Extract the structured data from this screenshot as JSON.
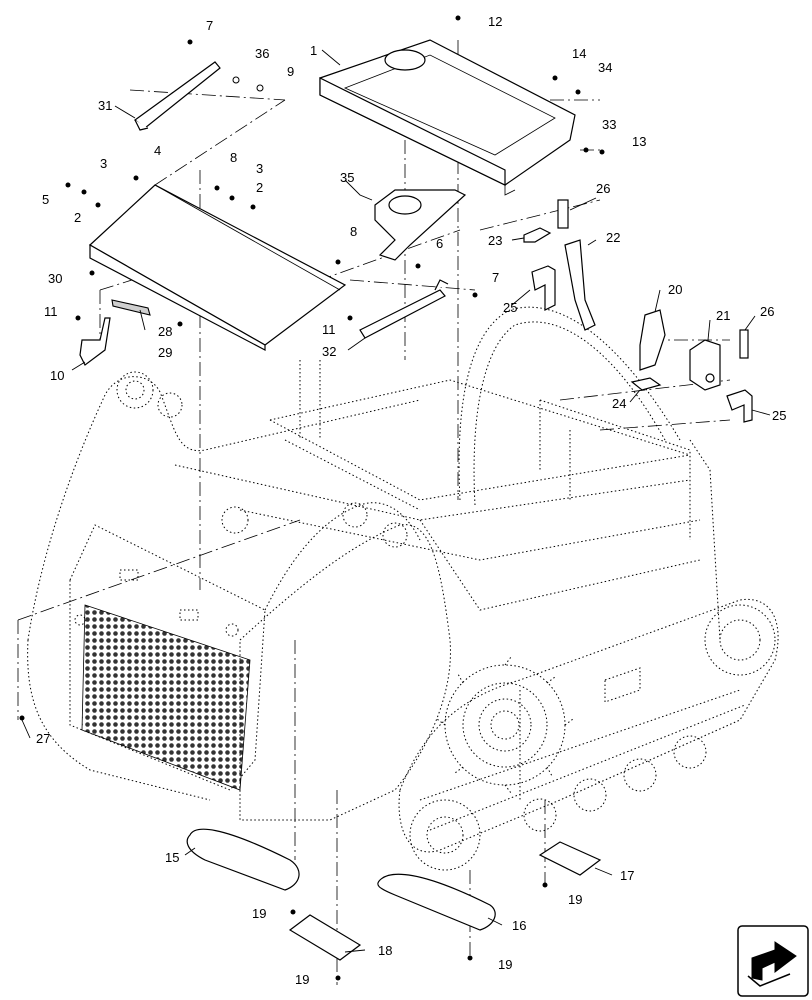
{
  "diagram": {
    "callouts": [
      {
        "id": "c1",
        "text": "1"
      },
      {
        "id": "c2a",
        "text": "2"
      },
      {
        "id": "c2b",
        "text": "2"
      },
      {
        "id": "c3a",
        "text": "3"
      },
      {
        "id": "c3b",
        "text": "3"
      },
      {
        "id": "c4",
        "text": "4"
      },
      {
        "id": "c5",
        "text": "5"
      },
      {
        "id": "c6",
        "text": "6"
      },
      {
        "id": "c7a",
        "text": "7"
      },
      {
        "id": "c7b",
        "text": "7"
      },
      {
        "id": "c8a",
        "text": "8"
      },
      {
        "id": "c8b",
        "text": "8"
      },
      {
        "id": "c9",
        "text": "9"
      },
      {
        "id": "c10",
        "text": "10"
      },
      {
        "id": "c11a",
        "text": "11"
      },
      {
        "id": "c11b",
        "text": "11"
      },
      {
        "id": "c12",
        "text": "12"
      },
      {
        "id": "c13",
        "text": "13"
      },
      {
        "id": "c14",
        "text": "14"
      },
      {
        "id": "c15",
        "text": "15"
      },
      {
        "id": "c16",
        "text": "16"
      },
      {
        "id": "c17",
        "text": "17"
      },
      {
        "id": "c18",
        "text": "18"
      },
      {
        "id": "c19a",
        "text": "19"
      },
      {
        "id": "c19b",
        "text": "19"
      },
      {
        "id": "c19c",
        "text": "19"
      },
      {
        "id": "c19d",
        "text": "19"
      },
      {
        "id": "c20",
        "text": "20"
      },
      {
        "id": "c21",
        "text": "21"
      },
      {
        "id": "c22",
        "text": "22"
      },
      {
        "id": "c23",
        "text": "23"
      },
      {
        "id": "c24",
        "text": "24"
      },
      {
        "id": "c25a",
        "text": "25"
      },
      {
        "id": "c25b",
        "text": "25"
      },
      {
        "id": "c26a",
        "text": "26"
      },
      {
        "id": "c26b",
        "text": "26"
      },
      {
        "id": "c27",
        "text": "27"
      },
      {
        "id": "c28",
        "text": "28"
      },
      {
        "id": "c29",
        "text": "29"
      },
      {
        "id": "c30",
        "text": "30"
      },
      {
        "id": "c31",
        "text": "31"
      },
      {
        "id": "c32",
        "text": "32"
      },
      {
        "id": "c33",
        "text": "33"
      },
      {
        "id": "c34",
        "text": "34"
      },
      {
        "id": "c35",
        "text": "35"
      },
      {
        "id": "c36",
        "text": "36"
      }
    ],
    "nav_icon": "next-page-arrow-icon"
  }
}
